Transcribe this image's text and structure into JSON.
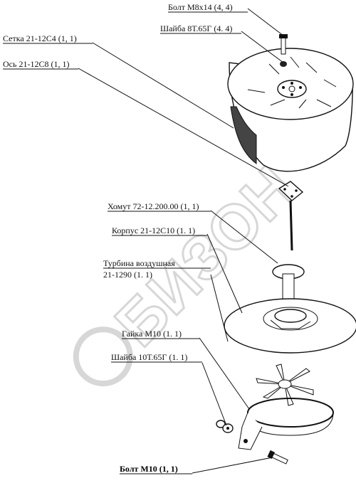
{
  "watermark": "БИЗОН",
  "labels": {
    "bolt_m8": "Болт М8х14 (4, 4)",
    "washer_8t": "Шайба 8Т.65Г (4. 4)",
    "mesh": "Сетка 21-12С4 (1, 1)",
    "axle": "Ось 21-12С8 (1, 1)",
    "clamp": "Хомут 72-12.200.00 (1, 1)",
    "housing": "Корпус 21-12С10 (1. 1)",
    "turbine_line1": "Турбина воздушная",
    "turbine_line2": "21-1290 (1. 1)",
    "nut_m10": "Гайка М10 (1. 1)",
    "washer_10t": "Шайба 10Т.65Г (1. 1)",
    "bolt_m10": "Болт М10 (1, 1)"
  }
}
